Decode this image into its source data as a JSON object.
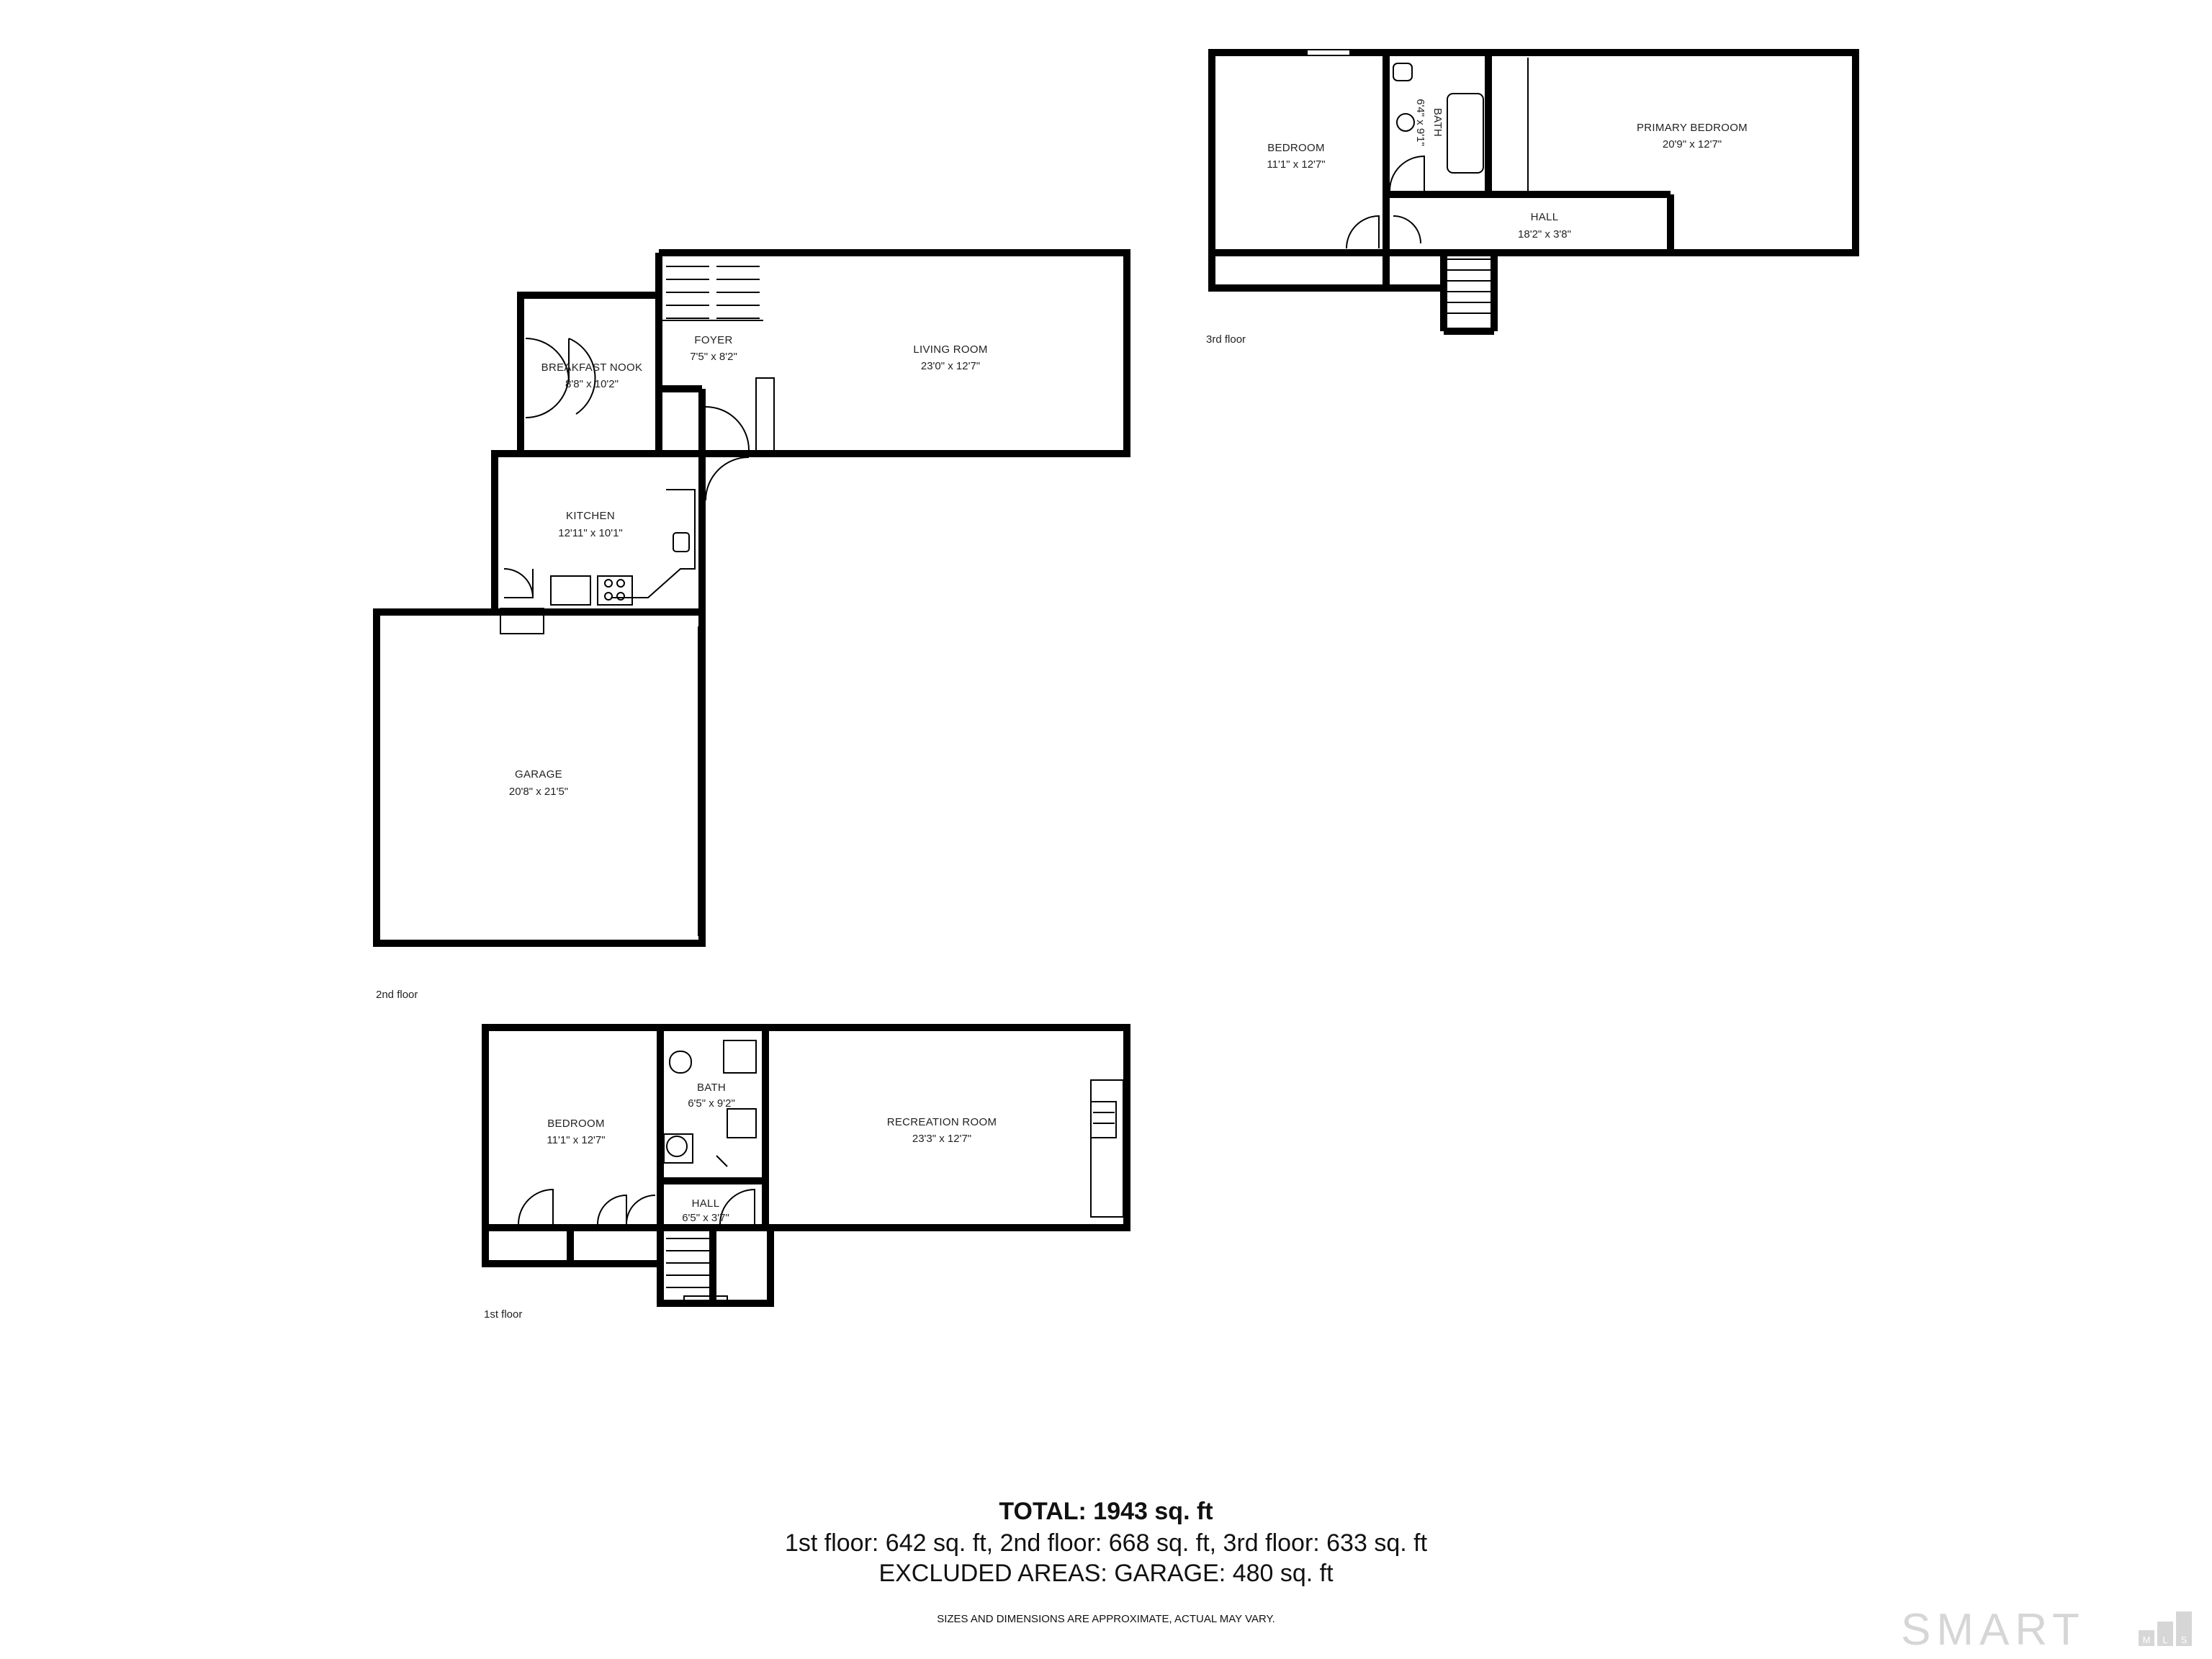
{
  "floors": {
    "floor3": {
      "label": "3rd floor",
      "rooms": [
        {
          "name": "BEDROOM",
          "dims": "11'1\" x 12'7\""
        },
        {
          "name": "BATH",
          "dims": "6'4\" x 9'1\""
        },
        {
          "name": "PRIMARY BEDROOM",
          "dims": "20'9\" x 12'7\""
        },
        {
          "name": "HALL",
          "dims": "18'2\" x 3'8\""
        }
      ]
    },
    "floor2": {
      "label": "2nd floor",
      "rooms": [
        {
          "name": "FOYER",
          "dims": "7'5\" x 8'2\""
        },
        {
          "name": "BREAKFAST NOOK",
          "dims": "8'8\" x 10'2\""
        },
        {
          "name": "LIVING ROOM",
          "dims": "23'0\" x 12'7\""
        },
        {
          "name": "KITCHEN",
          "dims": "12'11\" x 10'1\""
        },
        {
          "name": "GARAGE",
          "dims": "20'8\" x 21'5\""
        }
      ]
    },
    "floor1": {
      "label": "1st floor",
      "rooms": [
        {
          "name": "BEDROOM",
          "dims": "11'1\" x 12'7\""
        },
        {
          "name": "BATH",
          "dims": "6'5\" x 9'2\""
        },
        {
          "name": "RECREATION ROOM",
          "dims": "23'3\" x 12'7\""
        },
        {
          "name": "HALL",
          "dims": "6'5\" x 3'7\""
        }
      ]
    }
  },
  "summary": {
    "total": "TOTAL: 1943 sq. ft",
    "floors_line": "1st floor: 642 sq. ft, 2nd floor: 668 sq. ft, 3rd floor: 633 sq. ft",
    "excluded_line": "EXCLUDED AREAS: GARAGE: 480 sq. ft",
    "disclaimer": "SIZES AND DIMENSIONS ARE APPROXIMATE, ACTUAL MAY VARY."
  },
  "logo": {
    "text": "SMART",
    "badge": [
      "M",
      "L",
      "S"
    ]
  },
  "colors": {
    "wall": "#000000",
    "logo": "#d6d6d6"
  }
}
